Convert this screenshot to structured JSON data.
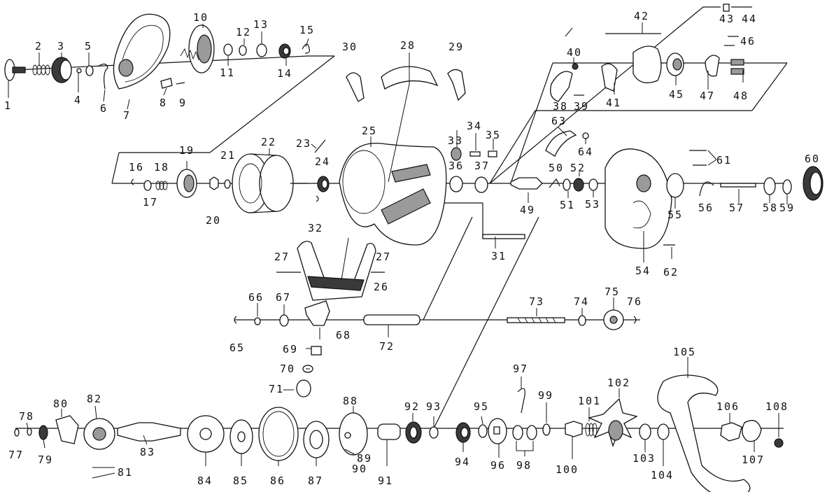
{
  "callouts": [
    {
      "id": "c1",
      "text": "1"
    },
    {
      "id": "c2",
      "text": "2"
    },
    {
      "id": "c3",
      "text": "3"
    },
    {
      "id": "c4",
      "text": "4"
    },
    {
      "id": "c5",
      "text": "5"
    },
    {
      "id": "c6",
      "text": "6"
    },
    {
      "id": "c7",
      "text": "7"
    },
    {
      "id": "c8",
      "text": "8"
    },
    {
      "id": "c9",
      "text": "9"
    },
    {
      "id": "c10",
      "text": "10"
    },
    {
      "id": "c11",
      "text": "11"
    },
    {
      "id": "c12",
      "text": "12"
    },
    {
      "id": "c13",
      "text": "13"
    },
    {
      "id": "c14",
      "text": "14"
    },
    {
      "id": "c15",
      "text": "15"
    },
    {
      "id": "c16",
      "text": "16"
    },
    {
      "id": "c17",
      "text": "17"
    },
    {
      "id": "c18",
      "text": "18"
    },
    {
      "id": "c19",
      "text": "19"
    },
    {
      "id": "c20",
      "text": "20"
    },
    {
      "id": "c21",
      "text": "21"
    },
    {
      "id": "c22",
      "text": "22"
    },
    {
      "id": "c23",
      "text": "23"
    },
    {
      "id": "c24",
      "text": "24"
    },
    {
      "id": "c25",
      "text": "25"
    },
    {
      "id": "c26",
      "text": "26"
    },
    {
      "id": "c27a",
      "text": "27"
    },
    {
      "id": "c27b",
      "text": "27"
    },
    {
      "id": "c28",
      "text": "28"
    },
    {
      "id": "c29",
      "text": "29"
    },
    {
      "id": "c30",
      "text": "30"
    },
    {
      "id": "c31",
      "text": "31"
    },
    {
      "id": "c32",
      "text": "32"
    },
    {
      "id": "c33",
      "text": "33"
    },
    {
      "id": "c34",
      "text": "34"
    },
    {
      "id": "c35",
      "text": "35"
    },
    {
      "id": "c36",
      "text": "36"
    },
    {
      "id": "c37",
      "text": "37"
    },
    {
      "id": "c38",
      "text": "38"
    },
    {
      "id": "c39",
      "text": "39"
    },
    {
      "id": "c40",
      "text": "40"
    },
    {
      "id": "c41",
      "text": "41"
    },
    {
      "id": "c42",
      "text": "42"
    },
    {
      "id": "c43",
      "text": "43"
    },
    {
      "id": "c44",
      "text": "44"
    },
    {
      "id": "c45",
      "text": "45"
    },
    {
      "id": "c46",
      "text": "46"
    },
    {
      "id": "c47",
      "text": "47"
    },
    {
      "id": "c48",
      "text": "48"
    },
    {
      "id": "c49",
      "text": "49"
    },
    {
      "id": "c50",
      "text": "50"
    },
    {
      "id": "c51",
      "text": "51"
    },
    {
      "id": "c52",
      "text": "52"
    },
    {
      "id": "c53",
      "text": "53"
    },
    {
      "id": "c54",
      "text": "54"
    },
    {
      "id": "c55",
      "text": "55"
    },
    {
      "id": "c56",
      "text": "56"
    },
    {
      "id": "c57",
      "text": "57"
    },
    {
      "id": "c58",
      "text": "58"
    },
    {
      "id": "c59",
      "text": "59"
    },
    {
      "id": "c60",
      "text": "60"
    },
    {
      "id": "c61",
      "text": "61"
    },
    {
      "id": "c62",
      "text": "62"
    },
    {
      "id": "c63",
      "text": "63"
    },
    {
      "id": "c64",
      "text": "64"
    },
    {
      "id": "c65",
      "text": "65"
    },
    {
      "id": "c66",
      "text": "66"
    },
    {
      "id": "c67",
      "text": "67"
    },
    {
      "id": "c68",
      "text": "68"
    },
    {
      "id": "c69",
      "text": "69"
    },
    {
      "id": "c70",
      "text": "70"
    },
    {
      "id": "c71",
      "text": "71"
    },
    {
      "id": "c72",
      "text": "72"
    },
    {
      "id": "c73",
      "text": "73"
    },
    {
      "id": "c74",
      "text": "74"
    },
    {
      "id": "c75",
      "text": "75"
    },
    {
      "id": "c76",
      "text": "76"
    },
    {
      "id": "c77",
      "text": "77"
    },
    {
      "id": "c78",
      "text": "78"
    },
    {
      "id": "c79",
      "text": "79"
    },
    {
      "id": "c80",
      "text": "80"
    },
    {
      "id": "c81",
      "text": "81"
    },
    {
      "id": "c82",
      "text": "82"
    },
    {
      "id": "c83",
      "text": "83"
    },
    {
      "id": "c84",
      "text": "84"
    },
    {
      "id": "c85",
      "text": "85"
    },
    {
      "id": "c86",
      "text": "86"
    },
    {
      "id": "c87",
      "text": "87"
    },
    {
      "id": "c88",
      "text": "88"
    },
    {
      "id": "c89",
      "text": "89"
    },
    {
      "id": "c90",
      "text": "90"
    },
    {
      "id": "c91",
      "text": "91"
    },
    {
      "id": "c92",
      "text": "92"
    },
    {
      "id": "c93",
      "text": "93"
    },
    {
      "id": "c94",
      "text": "94"
    },
    {
      "id": "c95",
      "text": "95"
    },
    {
      "id": "c96",
      "text": "96"
    },
    {
      "id": "c97",
      "text": "97"
    },
    {
      "id": "c98",
      "text": "98"
    },
    {
      "id": "c99",
      "text": "99"
    },
    {
      "id": "c100",
      "text": "100"
    },
    {
      "id": "c101",
      "text": "101"
    },
    {
      "id": "c102",
      "text": "102"
    },
    {
      "id": "c103",
      "text": "103"
    },
    {
      "id": "c104",
      "text": "104"
    },
    {
      "id": "c105",
      "text": "105"
    },
    {
      "id": "c106",
      "text": "106"
    },
    {
      "id": "c107",
      "text": "107"
    },
    {
      "id": "c108",
      "text": "108"
    }
  ]
}
